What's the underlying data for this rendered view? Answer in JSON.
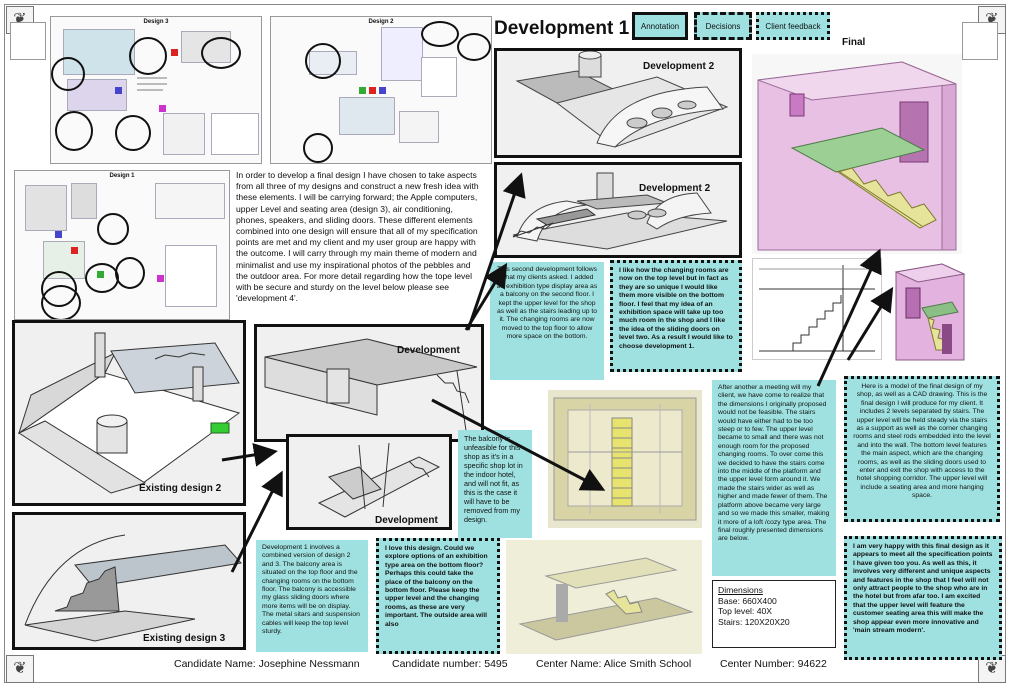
{
  "title": "Development 1",
  "tabs": {
    "annotation": "Annotation",
    "decisions": "Decisions",
    "client_feedback": "Client feedback"
  },
  "final_label": "Final",
  "thumbs": {
    "design3": "Design 3",
    "design2": "Design 2",
    "design1": "Design 1"
  },
  "intro_text": "In order to develop a final design I have chosen to take aspects from all three of my designs and construct a new fresh idea with these elements. I will be carrying forward; the Apple computers, upper Level and seating area (design 3), air conditioning, phones, speakers, and sliding doors. These different elements combined into one design will ensure that all of my specification points are met and my client and my user group are happy with the outcome. I will carry through my main theme of modern and minimalist and use my inspirational photos of the pebbles and the outdoor area. For more detail regarding how the tope level with be secure and sturdy on the level below please see 'development 4'.",
  "images": {
    "dev2_top": "Development 2",
    "dev2_mid": "Development 2",
    "development_a": "Development",
    "development_b": "Development",
    "existing2": "Existing design 2",
    "existing3": "Existing design 3"
  },
  "notes": {
    "second_dev": "This second development follows what my clients asked. I added an exhibition type display area as a balcony on the second floor. I kept the upper level for the shop as well as the stairs leading up to it. The changing rooms are now moved to the top floor to allow more space on the bottom.",
    "changing_rooms": "I like how the changing rooms are now on the top level but in fact as they are so unique I would like them more visible on the bottom floor. I feel that my idea of an exhibition space will take up too much room in the shop and I like the idea of the sliding doors on level two. As a result I would like to choose development 1.",
    "balcony": "The balcony is unfeasible for this shop as it's in a specific shop lot in the indoor hotel, and will not fit, as this is the case it will have to be removed from my design.",
    "dev1_desc": "Development 1 involves a combined version of design 2 and 3. The balcony area is situated on the top floor and the changing rooms on the bottom floor. The balcony is accessible my glass sliding doors where more items will be on display. The metal sitars and suspension cables will keep the top level sturdy.",
    "love_design": "I love this design. Could we explore options of an exhibition type area on the bottom floor? Perhaps this could take the place of the balcony on the bottom floor. Please keep the upper level and the changing rooms, as these are very important. The outside area will also",
    "meeting": "After another a meeting will my client, we have come to realize that the dimensions I originally proposed would not be feasible. The stairs would have either had to be too steep or to few. The upper level became to small and there was not enough room for the proposed changing rooms. To over come this we decided to have the stairs come into the middle of the platform and the upper level form around it. We made the stairs wider as well as higher and made fewer of them. The platform above became very large and so we made this smaller, making it more of a loft /cozy type area. The final roughly presented dimensions are below.",
    "final_model": "Here is a model of the final design of my shop, as well as a CAD drawing. This is the final design I will produce for my client. It includes 2 levels separated by stairs. The upper level will be held steady via the stairs as a support as well as the corner changing rooms and steel rods embedded into the level and into the wall. The bottom level features the main aspect, which are the changing rooms, as well as the sliding doors used to enter and exit the shop with access to the hotel shopping corridor. The upper level will include a seating area and more hanging space.",
    "happy": "I am very happy with this final design as it appears to meet all the specification points I have given too you. As well as this, it involves very different and unique aspects and features in the shop that I feel will not only attract people to the shop who are in the hotel but from afar too. I am excited that the upper level will feature the customer seating area this will make the shop appear even more innovative and 'main stream modern'."
  },
  "dimensions": {
    "heading": "Dimensions",
    "base": "Base: 660X400",
    "top": "Top level: 40X",
    "stairs": "Stairs: 120X20X20"
  },
  "footer": {
    "candidate_name": "Candidate Name:  Josephine Nessmann",
    "candidate_number": "Candidate number: 5495",
    "center_name": "Center Name: Alice Smith School",
    "center_number": "Center Number: 94622"
  },
  "colors": {
    "teal": "#9fe1e1",
    "pink": "#e6b3e0",
    "green": "#8fc48a",
    "stairs": "#e6e39a"
  }
}
